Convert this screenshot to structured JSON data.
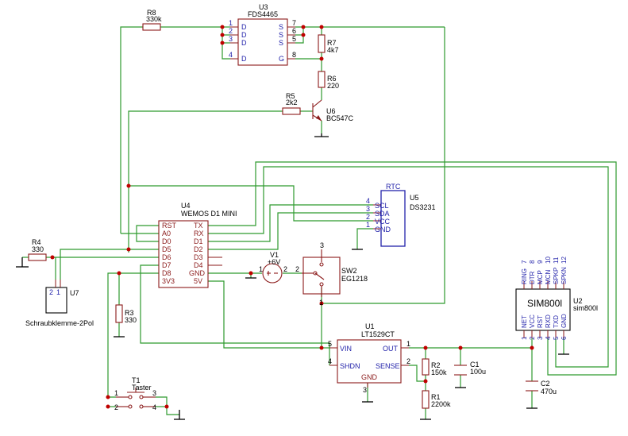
{
  "components": {
    "R8": {
      "ref": "R8",
      "value": "330k"
    },
    "U3": {
      "ref": "U3",
      "value": "FDS4465",
      "pins_left": [
        "D",
        "D",
        "D",
        "D"
      ],
      "pins_left_nums": [
        "1",
        "2",
        "3",
        "4"
      ],
      "pins_right": [
        "S",
        "S",
        "S",
        "G"
      ],
      "pins_right_nums": [
        "7",
        "6",
        "5",
        "8"
      ]
    },
    "R7": {
      "ref": "R7",
      "value": "4k7"
    },
    "R6": {
      "ref": "R6",
      "value": "220"
    },
    "R5": {
      "ref": "R5",
      "value": "2k2"
    },
    "U6": {
      "ref": "U6",
      "value": "BC547C"
    },
    "U5": {
      "ref": "U5",
      "value": "DS3231",
      "title": "RTC",
      "pins": [
        "SCL",
        "SDA",
        "VCC",
        "GND"
      ],
      "pin_nums": [
        "4",
        "3",
        "2",
        "1"
      ]
    },
    "U4": {
      "ref": "U4",
      "value": "WEMOS D1 MINI",
      "pins_left": [
        "RST",
        "A0",
        "D0",
        "D5",
        "D6",
        "D7",
        "D8",
        "3V3"
      ],
      "pins_right": [
        "TX",
        "RX",
        "D1",
        "D2",
        "D3",
        "D4",
        "GND",
        "5V"
      ]
    },
    "R4": {
      "ref": "R4",
      "value": "330"
    },
    "U7": {
      "ref": "U7",
      "value": "Schraubklemme-2Pol",
      "pin_nums": [
        "2",
        "1"
      ]
    },
    "V1": {
      "ref": "V1",
      "value": "+6V",
      "pin_nums": [
        "1",
        "2"
      ]
    },
    "SW2": {
      "ref": "SW2",
      "value": "EG1218",
      "pin_nums": [
        "3",
        "2",
        "1"
      ]
    },
    "R3": {
      "ref": "R3",
      "value": "330"
    },
    "U1": {
      "ref": "U1",
      "value": "LT1529CT",
      "pins": [
        "VIN",
        "SHDN",
        "OUT",
        "SENSE",
        "GND"
      ],
      "pin_nums": [
        "5",
        "4",
        "1",
        "2",
        "3"
      ]
    },
    "R2": {
      "ref": "R2",
      "value": "150k"
    },
    "R1": {
      "ref": "R1",
      "value": "2200k"
    },
    "C1": {
      "ref": "C1",
      "value": "100u"
    },
    "C2": {
      "ref": "C2",
      "value": "470u"
    },
    "U2": {
      "ref": "U2",
      "value": "sim800l",
      "body": "SIM800l",
      "pins_top": [
        "RING",
        "DTR",
        "MCP",
        "MCN",
        "SPKP",
        "SPKN"
      ],
      "pins_top_nums": [
        "7",
        "8",
        "9",
        "10",
        "11",
        "12"
      ],
      "pins_bottom": [
        "NET",
        "VCC",
        "RST",
        "RXD",
        "TXD",
        "GND"
      ],
      "pins_bottom_nums": [
        "1",
        "2",
        "3",
        "4",
        "5",
        "6"
      ]
    },
    "T1": {
      "ref": "T1",
      "value": "Taster",
      "pin_nums": [
        "1",
        "2",
        "3",
        "4"
      ]
    }
  },
  "colors": {
    "wire": "#2e9a2e",
    "component": "#8b1a1a",
    "pin_label": "#2222aa",
    "junction": "#c00000"
  }
}
